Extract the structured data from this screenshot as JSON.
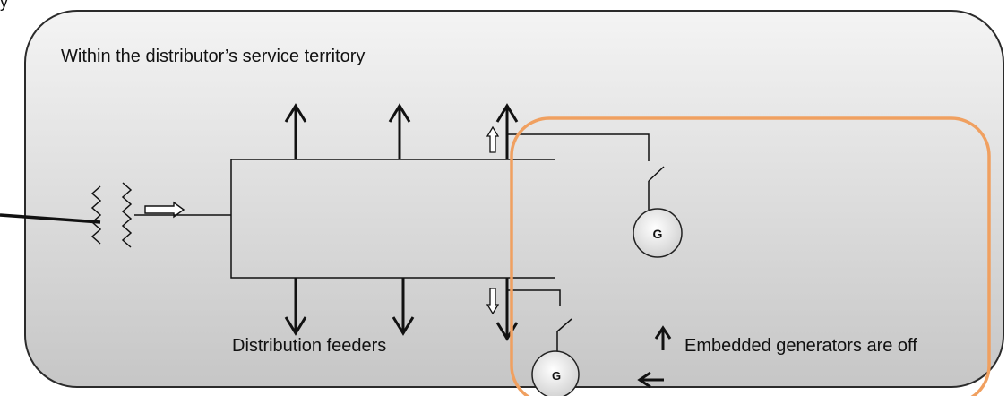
{
  "top_caption": "y",
  "region_label": "Within the distributor’s service territory",
  "feeders_label": "Distribution feeders",
  "generator_label": "G",
  "generator_2_label": "G",
  "legend_text": "Embedded generators are off",
  "colors": {
    "territory_fill_top": "#f4f4f4",
    "territory_fill_bottom": "#c9c9c9",
    "territory_stroke": "#2b2b2b",
    "highlight": "#f0a060",
    "line": "#111111"
  }
}
